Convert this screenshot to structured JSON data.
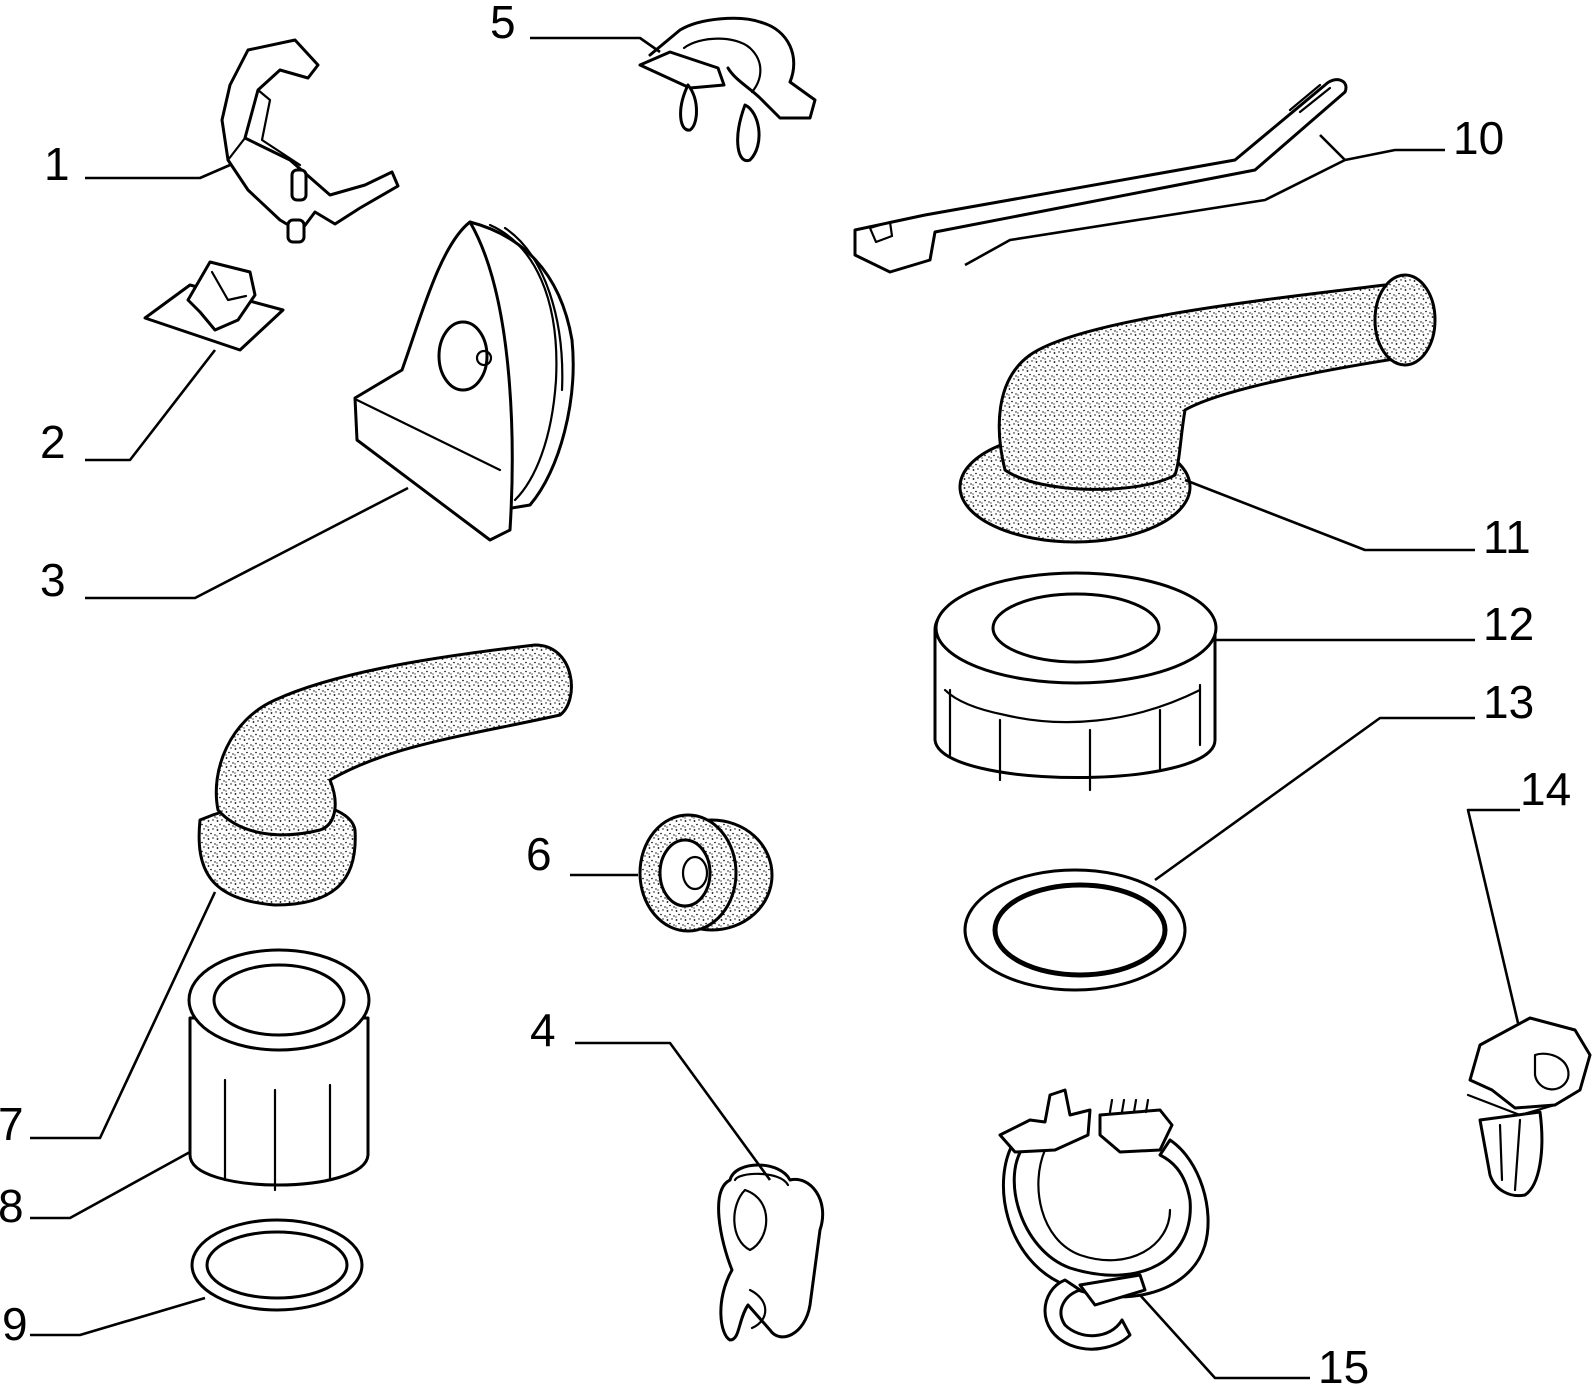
{
  "diagram": {
    "colors": {
      "line": "#000000",
      "background": "#ffffff"
    },
    "callouts": [
      {
        "id": "1",
        "label": "1",
        "part": "bracket-clip"
      },
      {
        "id": "2",
        "label": "2",
        "part": "adhesive-clip"
      },
      {
        "id": "3",
        "label": "3",
        "part": "grommet-cover"
      },
      {
        "id": "4",
        "label": "4",
        "part": "double-clip"
      },
      {
        "id": "5",
        "label": "5",
        "part": "pipe-clip"
      },
      {
        "id": "6",
        "label": "6",
        "part": "grommet"
      },
      {
        "id": "7",
        "label": "7",
        "part": "elbow-hose"
      },
      {
        "id": "8",
        "label": "8",
        "part": "ring-nut"
      },
      {
        "id": "9",
        "label": "9",
        "part": "gasket"
      },
      {
        "id": "10",
        "label": "10",
        "part": "cable-tie"
      },
      {
        "id": "11",
        "label": "11",
        "part": "elbow-hose-large"
      },
      {
        "id": "12",
        "label": "12",
        "part": "ring-nut-large"
      },
      {
        "id": "13",
        "label": "13",
        "part": "gasket-large"
      },
      {
        "id": "14",
        "label": "14",
        "part": "push-clip"
      },
      {
        "id": "15",
        "label": "15",
        "part": "hose-clamp"
      }
    ]
  }
}
